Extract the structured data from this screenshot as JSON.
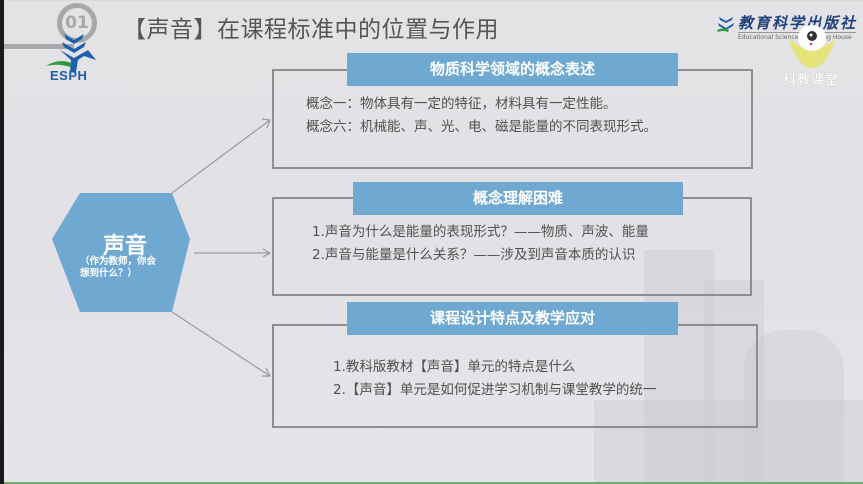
{
  "slide": {
    "number": "01",
    "title": "【声音】在课程标准中的位置与作用"
  },
  "logos": {
    "left_logo_text": "ESPH",
    "publisher_cn": "教育科学出版社",
    "publisher_en": "Educational Science Publishing House",
    "mascot_label": "科教课堂"
  },
  "center_node": {
    "title": "声音",
    "subtitle_line1": "（作为教师，你会",
    "subtitle_line2": "想到什么？）",
    "color": "#6fa8d1"
  },
  "boxes": [
    {
      "header": "物质科学领域的概念表述",
      "lines": [
        "概念一：物体具有一定的特征，材料具有一定性能。",
        "概念六：机械能、声、光、电、磁是能量的不同表现形式。"
      ]
    },
    {
      "header": "概念理解困难",
      "lines": [
        "1.声音为什么是能量的表现形式？——物质、声波、能量",
        "2.声音与能量是什么关系？——涉及到声音本质的认识"
      ]
    },
    {
      "header": "课程设计特点及教学应对",
      "lines": [
        "1.教科版教材【声音】单元的特点是什么",
        "2.【声音】单元是如何促进学习机制与课堂教学的统一"
      ]
    }
  ],
  "colors": {
    "header_blue": "#6fa8d1",
    "background": "#e3e3e6",
    "border_gray": "#8e8e90",
    "text_gray": "#505050"
  }
}
